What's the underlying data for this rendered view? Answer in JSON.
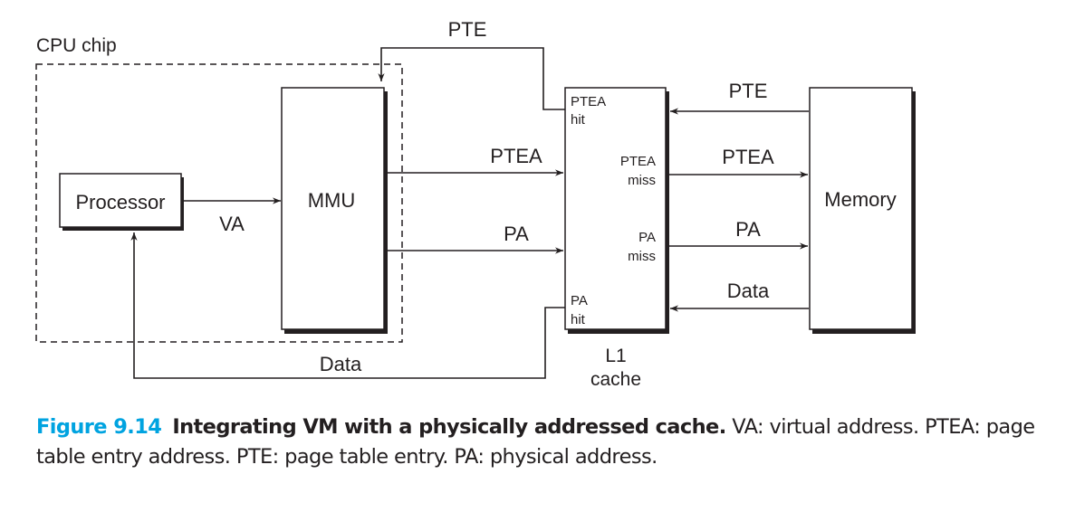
{
  "diagram": {
    "cpu_chip_label": "CPU chip",
    "blocks": {
      "processor": "Processor",
      "mmu": "MMU",
      "memory": "Memory",
      "l1_cache": {
        "line1": "L1",
        "line2": "cache"
      }
    },
    "cache_ports": {
      "ptea_hit": [
        "PTEA",
        "hit"
      ],
      "ptea_miss": [
        "PTEA",
        "miss"
      ],
      "pa_miss": [
        "PA",
        "miss"
      ],
      "pa_hit": [
        "PA",
        "hit"
      ]
    },
    "edges": [
      {
        "id": "va",
        "from": "Processor",
        "to": "MMU",
        "label": "VA"
      },
      {
        "id": "ptea-mmu-cache",
        "from": "MMU",
        "to": "L1 cache",
        "label": "PTEA"
      },
      {
        "id": "pa-mmu-cache",
        "from": "MMU",
        "to": "L1 cache",
        "label": "PA"
      },
      {
        "id": "pte-cache-mmu",
        "from": "L1 cache (PTEA hit)",
        "to": "MMU",
        "label": "PTE"
      },
      {
        "id": "data-cache-processor",
        "from": "L1 cache (PA hit)",
        "to": "Processor",
        "label": "Data"
      },
      {
        "id": "pte-mem-cache",
        "from": "Memory",
        "to": "L1 cache",
        "label": "PTE"
      },
      {
        "id": "ptea-cache-mem",
        "from": "L1 cache (PTEA miss)",
        "to": "Memory",
        "label": "PTEA"
      },
      {
        "id": "pa-cache-mem",
        "from": "L1 cache (PA miss)",
        "to": "Memory",
        "label": "PA"
      },
      {
        "id": "data-mem-cache",
        "from": "Memory",
        "to": "L1 cache",
        "label": "Data"
      }
    ]
  },
  "caption": {
    "figure_number": "Figure 9.14",
    "title": "Integrating VM with a physically addressed cache.",
    "body": "VA: virtual address. PTEA: page table entry address. PTE: page table entry. PA: physical address.",
    "accent_color": "#00a3e0"
  }
}
